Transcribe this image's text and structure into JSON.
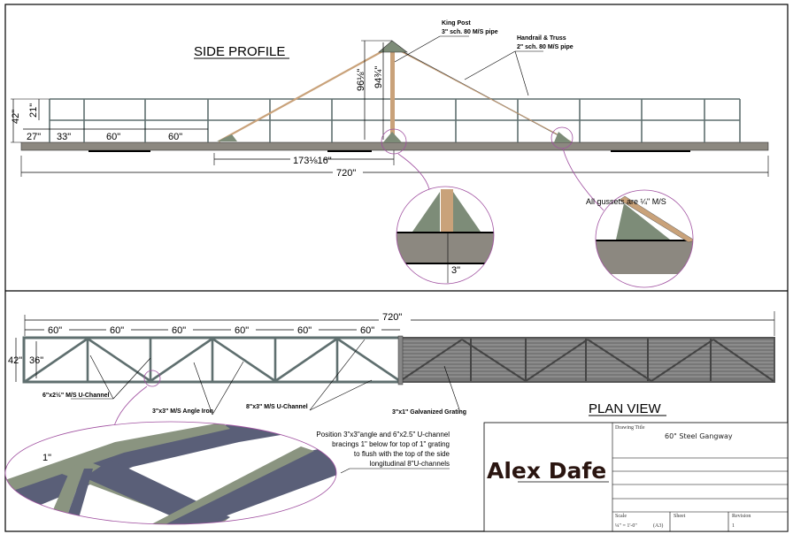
{
  "side_profile": {
    "title": "SIDE PROFILE",
    "labels": {
      "king_post_line1": "King Post",
      "king_post_line2": "3\" sch. 80 M/S pipe",
      "handrail_line1": "Handrail & Truss",
      "handrail_line2": "2\" sch. 80 M/S pipe"
    },
    "dimensions": {
      "rail_height": "42\"",
      "mid_rail": "21\"",
      "seg_27": "27\"",
      "seg_33": "33\"",
      "seg_60a": "60\"",
      "seg_60b": "60\"",
      "king_post_h1": "96⅛\"",
      "king_post_h2": "94¾\"",
      "span_to_post": "173⅛16\"",
      "total_length": "720\""
    },
    "details": {
      "post_base_gap": "3\"",
      "gusset_note": "All gussets are ¼\" M/S"
    }
  },
  "plan_view": {
    "title": "PLAN VIEW",
    "dimensions": {
      "total_length": "720\"",
      "bays": [
        "60\"",
        "60\"",
        "60\"",
        "60\"",
        "60\"",
        "60\""
      ],
      "outer_width": "42\"",
      "inner_width": "36\""
    },
    "labels": {
      "u_channel_small": "6\"x2½\" M/S U-Channel",
      "angle_iron": "3\"x3\" M/S Angle Iron",
      "u_channel_large": "8\"x3\" M/S U-Channel",
      "grating": "3\"x1\" Galvanized Grating"
    },
    "detail": {
      "offset": "1\"",
      "note_lines": [
        "Position 3\"x3\"angle and 6\"x2.5\" U-channel",
        "bracings 1\" below  for top of 1\" grating",
        "to flush with the top of the side",
        "longitudinal 8\"U-channels"
      ]
    }
  },
  "title_block": {
    "author": "Alex Dafe",
    "drawing_title_label": "Drawing Title",
    "drawing_title": "60\" Steel Gangway",
    "scale_label": "Scale",
    "scale_value": "¼\" = 1'-0\"",
    "paper": "(A3)",
    "sheet_label": "Sheet",
    "revision_label": "Revision",
    "revision_value": "1"
  },
  "colors": {
    "deck": "#8c8880",
    "rail": "#5f6f6f",
    "gusset": "#7d8c78",
    "pipe": "#c9a27a",
    "callout": "#a050a0",
    "steel3d": "#5a5f78",
    "steel3d_light": "#8a9480"
  }
}
